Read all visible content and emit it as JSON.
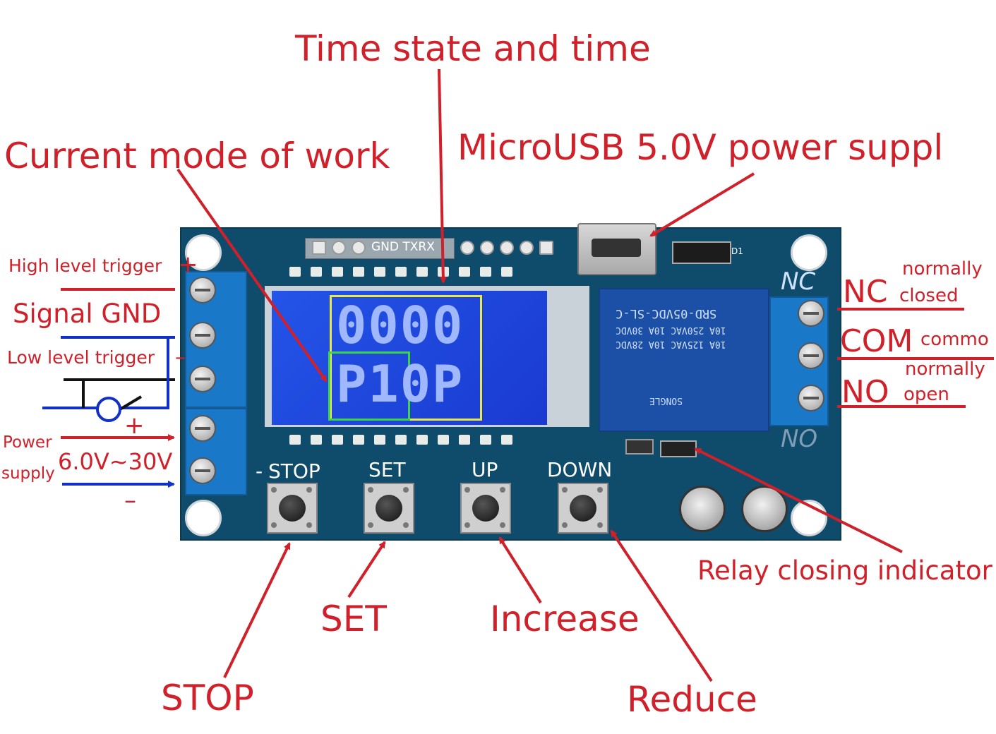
{
  "callouts": {
    "time_state": "Time state and time",
    "current_mode": "Current mode of work",
    "microusb": "MicroUSB 5.0V power suppl",
    "high_trigger": "High level trigger",
    "signal_gnd": "Signal GND",
    "low_trigger": "Low level trigger",
    "power": "Power",
    "supply": "supply",
    "voltage": "6.0V~30V",
    "plus": "+",
    "minus": "–",
    "nc": "NC",
    "normally_closed_1": "normally",
    "normally_closed_2": "closed",
    "com": "COM",
    "com_suffix": "commo",
    "no": "NO",
    "normally_open_1": "normally",
    "normally_open_2": "open",
    "relay_indicator": "Relay closing indicator",
    "stop": "STOP",
    "set": "SET",
    "increase": "Increase",
    "reduce": "Reduce"
  },
  "board": {
    "header_label": "GND TXRX",
    "d1": "D1",
    "nc": "NC",
    "no": "NO",
    "stop": "STOP",
    "set": "SET",
    "up": "UP",
    "down": "DOWN",
    "minus": "-",
    "display_top": "0000",
    "display_bottom": "P10P",
    "relay_line1": "SRD-05VDC-SL-C",
    "relay_line2": "10A 250VAC 10A 30VDC",
    "relay_line3": "10A 125VAC 10A 28VDC",
    "relay_brand": "SONGLE"
  },
  "colors": {
    "label": "#d0202a",
    "pcb": "#0f4b6b",
    "lcd": "#2454e8",
    "terminal": "#1a78c8",
    "wire_blue": "#1030c8"
  }
}
